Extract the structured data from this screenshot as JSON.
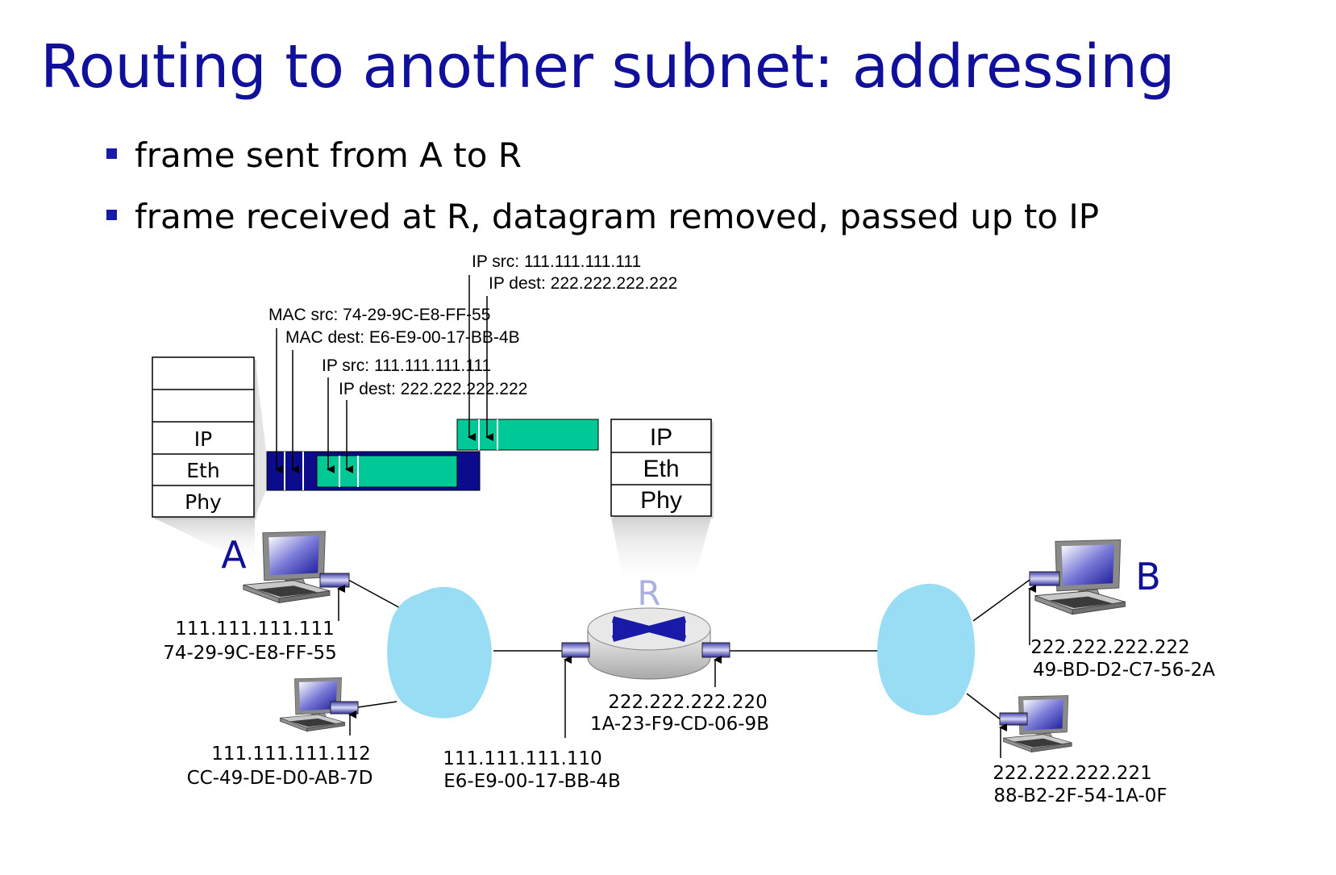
{
  "title": "Routing to another subnet: addressing",
  "bullets": [
    "frame sent from A to R",
    "frame received at R, datagram removed, passed up to IP"
  ],
  "labels": {
    "ip_src_top": "IP src: 111.111.111.111",
    "ip_dest_top": "IP dest: 222.222.222.222",
    "mac_src": "MAC src: 74-29-9C-E8-FF-55",
    "mac_dest": "MAC dest: E6-E9-00-17-BB-4B",
    "ip_src_frame": "IP src: 111.111.111.111",
    "ip_dest_frame": "IP dest: 222.222.222.222"
  },
  "stack_a": [
    "",
    "",
    "IP",
    "Eth",
    "Phy"
  ],
  "stack_r": [
    "IP",
    "Eth",
    "Phy"
  ],
  "nodes": {
    "a": {
      "name": "A",
      "ip": "111.111.111.111",
      "mac": "74-29-9C-E8-FF-55"
    },
    "a2": {
      "ip": "111.111.111.112",
      "mac": "CC-49-DE-D0-AB-7D"
    },
    "r_left": {
      "ip": "111.111.111.110",
      "mac": "E6-E9-00-17-BB-4B"
    },
    "r": {
      "name": "R"
    },
    "r_right": {
      "ip": "222.222.222.220",
      "mac": "1A-23-F9-CD-06-9B"
    },
    "b": {
      "name": "B",
      "ip": "222.222.222.222",
      "mac": "49-BD-D2-C7-56-2A"
    },
    "b2": {
      "ip": "222.222.222.221",
      "mac": "88-B2-2F-54-1A-0F"
    }
  },
  "colors": {
    "title": "#10109a",
    "frame_header": "#0b0b8c",
    "datagram": "#00c896",
    "cloud": "#99ddf5",
    "router_label": "#aab0e0"
  }
}
